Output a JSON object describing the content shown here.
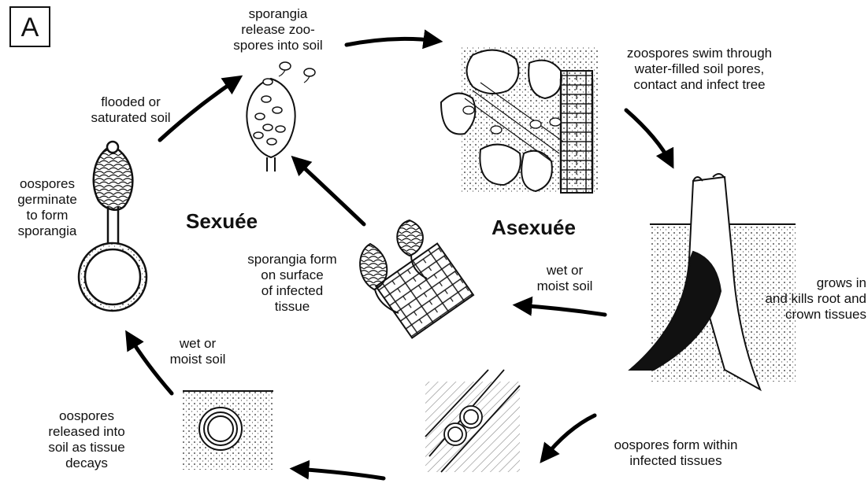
{
  "panel_letter": "A",
  "phase_labels": {
    "sexual": "Sexuée",
    "asexual": "Asexuée"
  },
  "step_labels": {
    "sporangia_release": "sporangia\nrelease zoo-\nspores into soil",
    "zoospores_swim": "zoospores swim through\nwater-filled soil pores,\ncontact and infect tree",
    "grows_in": "grows in\nand kills root and\ncrown tissues",
    "wet_moist_right": "wet or\nmoist soil",
    "sporangia_form": "sporangia form\non surface\nof infected\ntissue",
    "flooded": "flooded or\nsaturated soil",
    "oospores_germinate": "oospores\ngerminate\nto form\nsporangia",
    "wet_moist_left": "wet or\nmoist soil",
    "oospores_released": "oospores\nreleased into\nsoil as tissue\ndecays",
    "oospores_form": "oospores form within\ninfected tissues"
  },
  "icons": [
    "sporangia-release-icon",
    "infected-root-soil-icon",
    "tree-trunk-icon",
    "sporangia-on-tissue-icon",
    "germinating-oospore-icon",
    "oospore-in-soil-icon",
    "oospores-in-tissue-icon",
    "cycle-arrow-icon"
  ]
}
